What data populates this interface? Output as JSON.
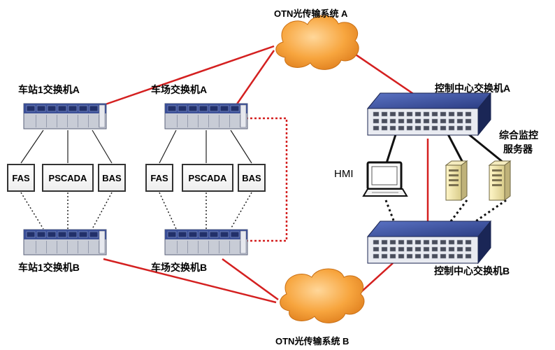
{
  "otn": {
    "a_label": "OTN光传输系统 A",
    "b_label": "OTN光传输系统 B"
  },
  "station1": {
    "switch_a_label": "车站1交换机A",
    "switch_b_label": "车站1交换机B",
    "subsystems": [
      "FAS",
      "PSCADA",
      "BAS"
    ]
  },
  "depot": {
    "switch_a_label": "车场交换机A",
    "switch_b_label": "车场交换机B",
    "subsystems": [
      "FAS",
      "PSCADA",
      "BAS"
    ]
  },
  "control_center": {
    "switch_a_label": "控制中心交换机A",
    "switch_b_label": "控制中心交换机B",
    "hmi_label": "HMI",
    "servers_label_line1": "综合监控",
    "servers_label_line2": "服务器"
  },
  "colors": {
    "link_red": "#d42020",
    "cloud_orange": "#f6a23c",
    "switch_navy": "#2b3f7e"
  }
}
